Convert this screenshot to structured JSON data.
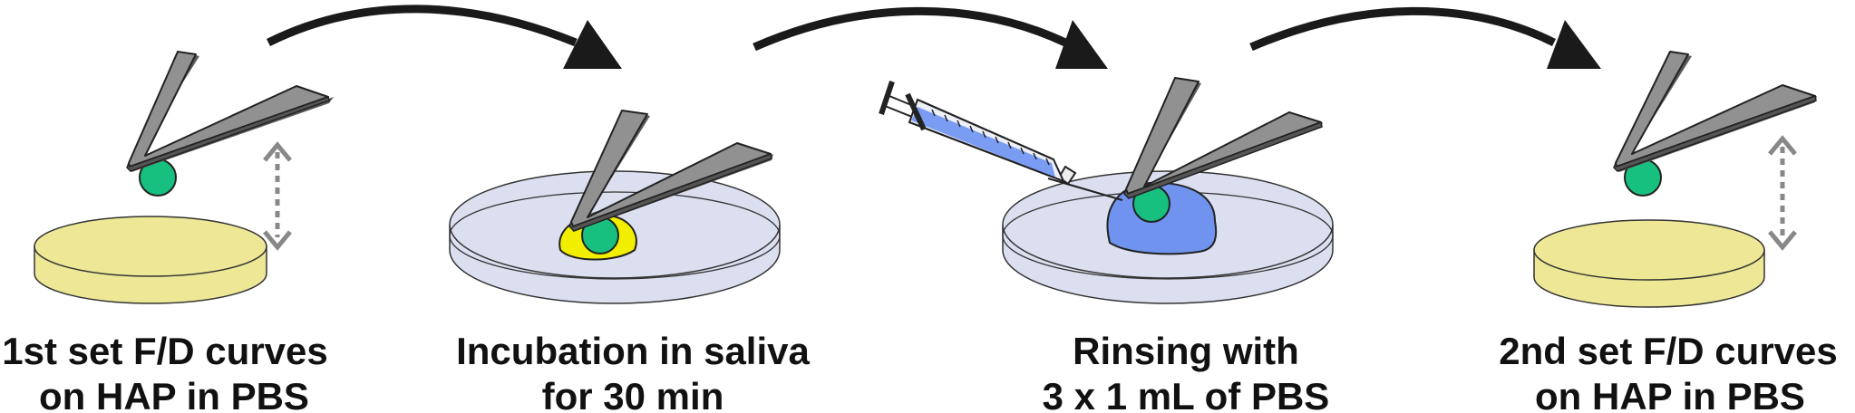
{
  "steps": [
    {
      "line1": "1st set F/D curves",
      "line2": "on HAP  in PBS"
    },
    {
      "line1": "Incubation in saliva",
      "line2": "for 30 min"
    },
    {
      "line1": "Rinsing with",
      "line2": "3 x 1 mL of PBS"
    },
    {
      "line1": "2nd set F/D curves",
      "line2": "on HAP  in PBS"
    }
  ],
  "colors": {
    "hap_disc": "#ede796",
    "dish": "#dcdff0",
    "saliva": "#f2ee00",
    "pbs": "#6f93ee",
    "syringe_liquid": "#7a9cf2",
    "sphere": "#18c07f",
    "cantilever": "#909090",
    "arrow": "#1a1a1a"
  },
  "icons": [
    "cantilever-icon",
    "sphere-probe-icon",
    "hap-disc-icon",
    "petri-dish-icon",
    "syringe-icon",
    "double-arrow-icon",
    "process-arrow-icon"
  ]
}
